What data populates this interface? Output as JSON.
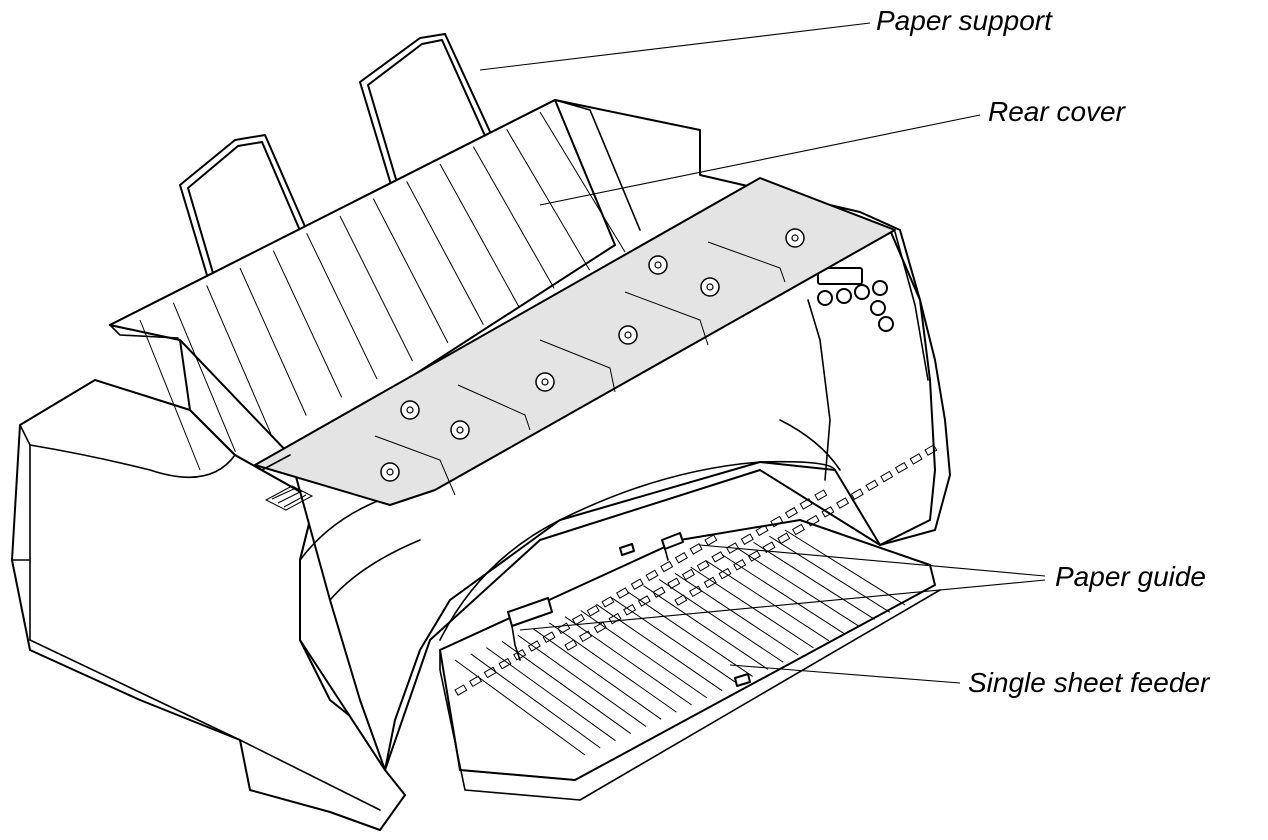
{
  "labels": {
    "paper_support": "Paper support",
    "rear_cover": "Rear cover",
    "paper_guide": "Paper guide",
    "single_sheet_feeder": "Single sheet feeder"
  },
  "colors": {
    "line": "#000000",
    "cover_fill": "#e4e4e4",
    "background": "#ffffff"
  }
}
